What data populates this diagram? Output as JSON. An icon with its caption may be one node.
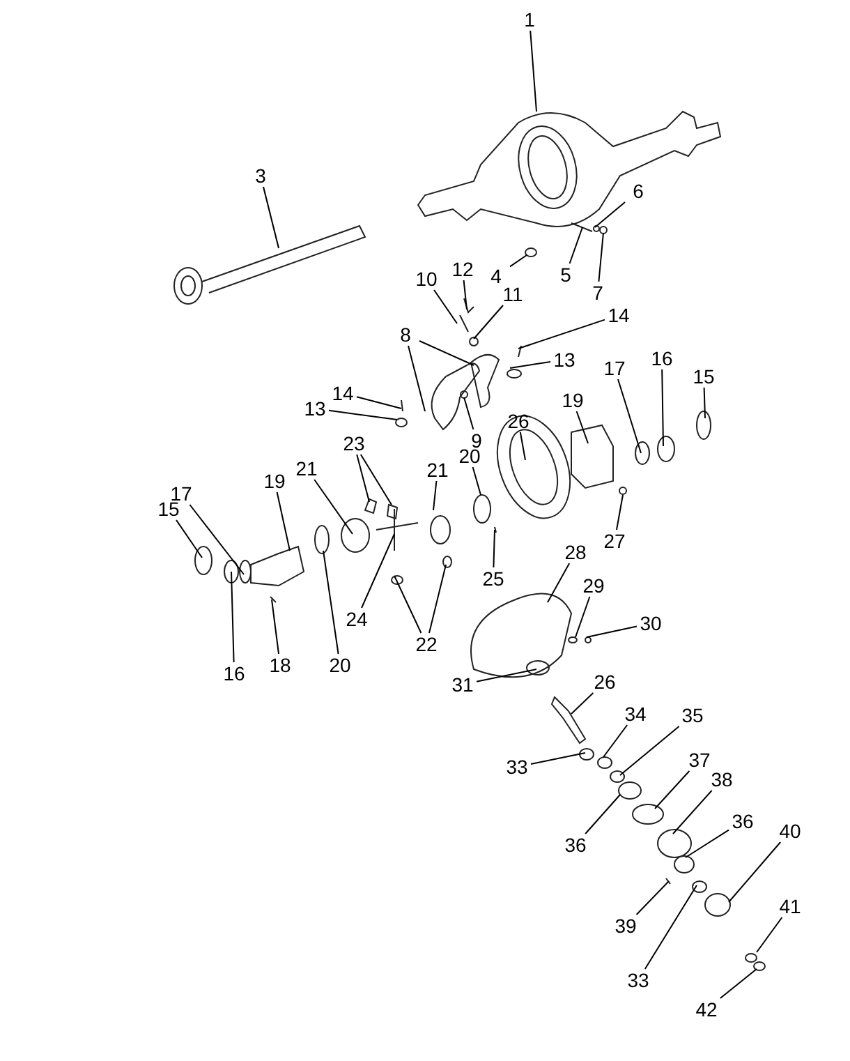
{
  "diagram": {
    "nodes": [
      {
        "text": [
          "1"
        ]
      },
      {
        "text": [
          "3"
        ]
      },
      {
        "text": [
          "6"
        ]
      },
      {
        "text": [
          "4"
        ]
      },
      {
        "text": [
          "5"
        ]
      },
      {
        "text": [
          "12"
        ]
      },
      {
        "text": [
          "10"
        ]
      },
      {
        "text": [
          "7"
        ]
      },
      {
        "text": [
          "11"
        ]
      },
      {
        "text": [
          "14"
        ]
      },
      {
        "text": [
          "8"
        ]
      },
      {
        "text": [
          "13"
        ]
      },
      {
        "text": [
          "16"
        ]
      },
      {
        "text": [
          "17"
        ]
      },
      {
        "text": [
          "15"
        ]
      },
      {
        "text": [
          "14"
        ]
      },
      {
        "text": [
          "19"
        ]
      },
      {
        "text": [
          "26"
        ]
      },
      {
        "text": [
          "13"
        ]
      },
      {
        "text": [
          "9"
        ]
      },
      {
        "text": [
          "23"
        ]
      },
      {
        "text": [
          "21"
        ]
      },
      {
        "text": [
          "20"
        ]
      },
      {
        "text": [
          "21"
        ]
      },
      {
        "text": [
          "19"
        ]
      },
      {
        "text": [
          "17"
        ]
      },
      {
        "text": [
          "15"
        ]
      },
      {
        "text": [
          "27"
        ]
      },
      {
        "text": [
          "28"
        ]
      },
      {
        "text": [
          "25"
        ]
      },
      {
        "text": [
          "29"
        ]
      },
      {
        "text": [
          "24"
        ]
      },
      {
        "text": [
          "30"
        ]
      },
      {
        "text": [
          "22"
        ]
      },
      {
        "text": [
          "16"
        ]
      },
      {
        "text": [
          "18"
        ]
      },
      {
        "text": [
          "20"
        ]
      },
      {
        "text": [
          "26"
        ]
      },
      {
        "text": [
          "31"
        ]
      },
      {
        "text": [
          "34"
        ]
      },
      {
        "text": [
          "35"
        ]
      },
      {
        "text": [
          "37"
        ]
      },
      {
        "text": [
          "33"
        ]
      },
      {
        "text": [
          "38"
        ]
      },
      {
        "text": [
          "36"
        ]
      },
      {
        "text": [
          "40"
        ]
      },
      {
        "text": [
          "36"
        ]
      },
      {
        "text": [
          "41"
        ]
      },
      {
        "text": [
          "39"
        ]
      },
      {
        "text": [
          "33"
        ]
      },
      {
        "text": [
          "42"
        ]
      }
    ],
    "edges": [
      {
        "from": 0,
        "to": null,
        "arrow": "none"
      },
      {
        "from": 1,
        "to": null,
        "arrow": "none"
      },
      {
        "from": 2,
        "to": null,
        "arrow": "none"
      },
      {
        "from": 3,
        "to": null,
        "arrow": "none"
      },
      {
        "from": 4,
        "to": null,
        "arrow": "none"
      },
      {
        "from": 5,
        "to": null,
        "arrow": "none"
      },
      {
        "from": 6,
        "to": null,
        "arrow": "none"
      },
      {
        "from": 7,
        "to": null,
        "arrow": "none"
      },
      {
        "from": 8,
        "to": null,
        "arrow": "none"
      },
      {
        "from": 9,
        "to": null,
        "arrow": "none"
      },
      {
        "from": 10,
        "to": null,
        "arrow": "none"
      },
      {
        "from": 10,
        "to": null,
        "arrow": "none"
      },
      {
        "from": 11,
        "to": null,
        "arrow": "none"
      },
      {
        "from": 12,
        "to": null,
        "arrow": "none"
      },
      {
        "from": 13,
        "to": null,
        "arrow": "none"
      },
      {
        "from": 14,
        "to": null,
        "arrow": "none"
      },
      {
        "from": 15,
        "to": null,
        "arrow": "none"
      },
      {
        "from": 16,
        "to": null,
        "arrow": "none"
      },
      {
        "from": 17,
        "to": null,
        "arrow": "none"
      },
      {
        "from": 18,
        "to": null,
        "arrow": "none"
      },
      {
        "from": 19,
        "to": null,
        "arrow": "none"
      },
      {
        "from": 20,
        "to": null,
        "arrow": "none"
      },
      {
        "from": 20,
        "to": null,
        "arrow": "none"
      },
      {
        "from": 21,
        "to": null,
        "arrow": "none"
      },
      {
        "from": 22,
        "to": null,
        "arrow": "none"
      },
      {
        "from": 23,
        "to": null,
        "arrow": "none"
      },
      {
        "from": 24,
        "to": null,
        "arrow": "none"
      },
      {
        "from": 25,
        "to": null,
        "arrow": "none"
      },
      {
        "from": 26,
        "to": null,
        "arrow": "none"
      },
      {
        "from": 27,
        "to": null,
        "arrow": "none"
      },
      {
        "from": 28,
        "to": null,
        "arrow": "none"
      },
      {
        "from": 29,
        "to": null,
        "arrow": "none"
      },
      {
        "from": 30,
        "to": null,
        "arrow": "none"
      },
      {
        "from": 31,
        "to": null,
        "arrow": "none"
      },
      {
        "from": 32,
        "to": null,
        "arrow": "none"
      },
      {
        "from": 33,
        "to": null,
        "arrow": "none"
      },
      {
        "from": 33,
        "to": null,
        "arrow": "none"
      },
      {
        "from": 34,
        "to": null,
        "arrow": "none"
      },
      {
        "from": 35,
        "to": null,
        "arrow": "none"
      },
      {
        "from": 36,
        "to": null,
        "arrow": "none"
      },
      {
        "from": 37,
        "to": null,
        "arrow": "none"
      },
      {
        "from": 38,
        "to": null,
        "arrow": "none"
      },
      {
        "from": 39,
        "to": null,
        "arrow": "none"
      },
      {
        "from": 40,
        "to": null,
        "arrow": "none"
      },
      {
        "from": 41,
        "to": null,
        "arrow": "none"
      },
      {
        "from": 42,
        "to": null,
        "arrow": "none"
      },
      {
        "from": 43,
        "to": null,
        "arrow": "none"
      },
      {
        "from": 44,
        "to": null,
        "arrow": "none"
      },
      {
        "from": 45,
        "to": null,
        "arrow": "none"
      },
      {
        "from": 46,
        "to": null,
        "arrow": "none"
      },
      {
        "from": 47,
        "to": null,
        "arrow": "none"
      },
      {
        "from": 48,
        "to": null,
        "arrow": "none"
      },
      {
        "from": 49,
        "to": null,
        "arrow": "none"
      },
      {
        "from": 50,
        "to": null,
        "arrow": "none"
      }
    ]
  }
}
